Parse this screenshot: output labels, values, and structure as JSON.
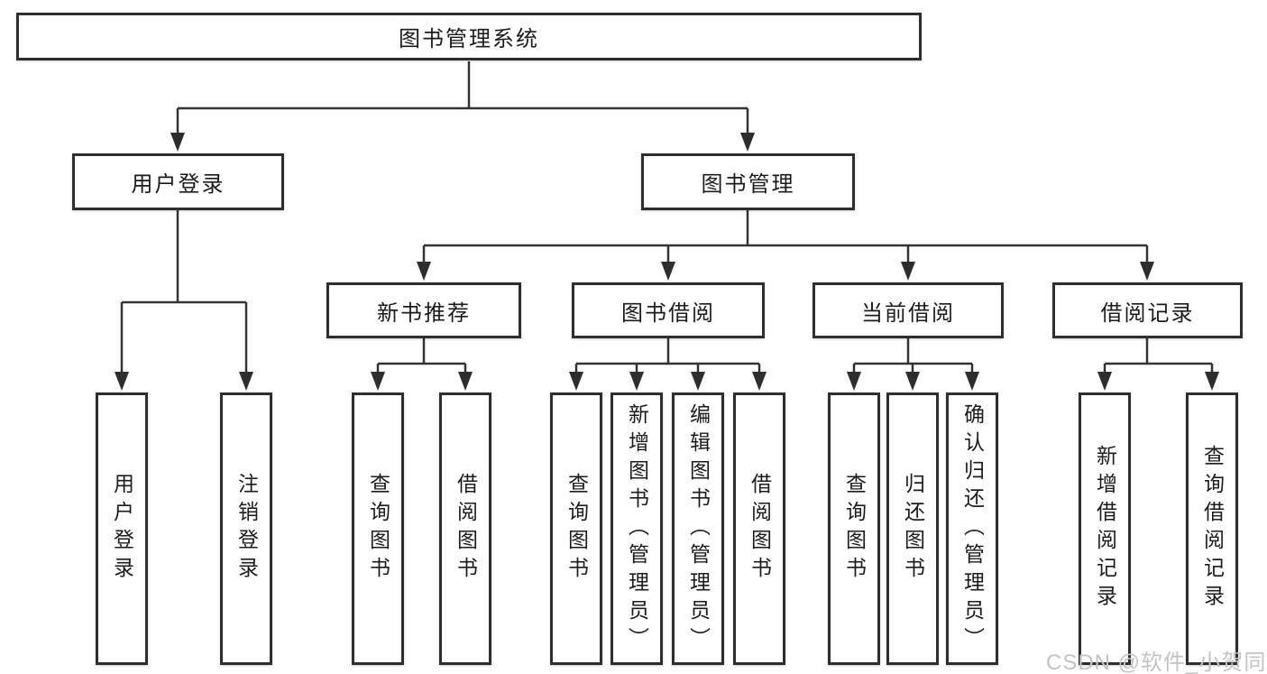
{
  "diagram": {
    "root": {
      "label": "图书管理系统"
    },
    "branches": [
      {
        "label": "用户登录",
        "children": [
          {
            "label": "用户登录"
          },
          {
            "label": "注销登录"
          }
        ]
      },
      {
        "label": "图书管理",
        "children": [
          {
            "label": "新书推荐",
            "children": [
              {
                "label": "查询图书"
              },
              {
                "label": "借阅图书"
              }
            ]
          },
          {
            "label": "图书借阅",
            "children": [
              {
                "label": "查询图书"
              },
              {
                "label": "新增图书（管理员）"
              },
              {
                "label": "编辑图书（管理员）"
              },
              {
                "label": "借阅图书"
              }
            ]
          },
          {
            "label": "当前借阅",
            "children": [
              {
                "label": "查询图书"
              },
              {
                "label": "归还图书"
              },
              {
                "label": "确认归还（管理员）"
              }
            ]
          },
          {
            "label": "借阅记录",
            "children": [
              {
                "label": "新增借阅记录"
              },
              {
                "label": "查询借阅记录"
              }
            ]
          }
        ]
      }
    ],
    "watermark": "CSDN @软件_小贺同学",
    "colors": {
      "line": "#333333",
      "box_border": "#2e2e2e",
      "box_fill": "#ffffff",
      "text": "#1c1c1c",
      "watermark": "#c3c3c3"
    }
  }
}
